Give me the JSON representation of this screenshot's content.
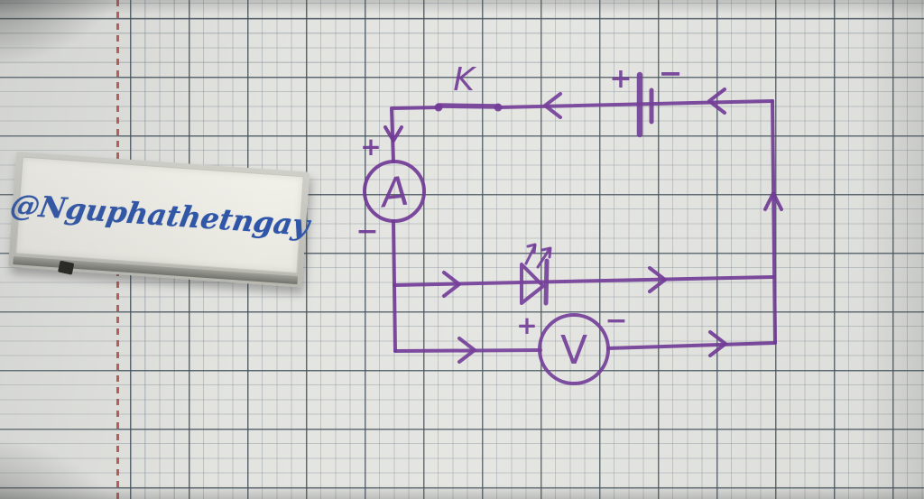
{
  "sticker": {
    "handle_text": "@Nguphathetngay",
    "ink_color": "#2e55a8"
  },
  "circuit": {
    "ink_color": "#6b3392",
    "switch": {
      "label": "K"
    },
    "battery": {
      "positive_label": "+",
      "negative_label": "−"
    },
    "ammeter": {
      "dial_letter": "A",
      "positive_label": "+",
      "negative_label": "−"
    },
    "voltmeter": {
      "dial_letter": "V",
      "positive_label": "+",
      "negative_label": "−"
    },
    "led": {
      "icon": "led-diode-icon"
    }
  },
  "paper": {
    "background_color": "#e3e4e0",
    "major_grid_color": "#3e4c56",
    "minor_grid_color": "#7a8790",
    "margin_line_color": "#b5443c"
  }
}
